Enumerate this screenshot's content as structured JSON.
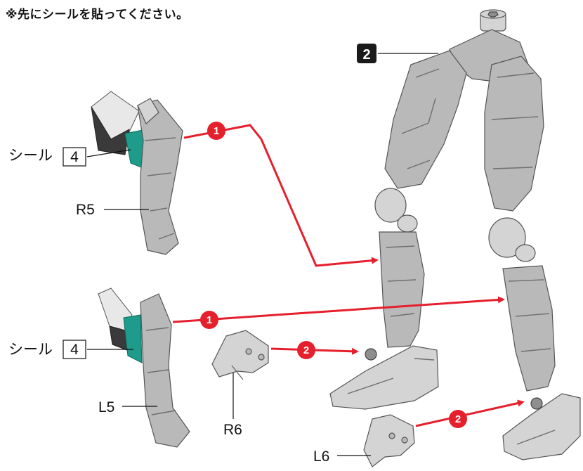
{
  "note": "※先にシールを貼ってください。",
  "assembly_label": "2",
  "step_markers": [
    "❶",
    "❷"
  ],
  "labels": {
    "sticker_word": "シール",
    "sticker_number": "4",
    "part_r5": "R5",
    "part_l5": "L5",
    "part_r6": "R6",
    "part_l6": "L6"
  },
  "colors": {
    "arrow": "#e51f2c",
    "sticker": "#1e9b8a",
    "part": "#b9b9b9"
  }
}
